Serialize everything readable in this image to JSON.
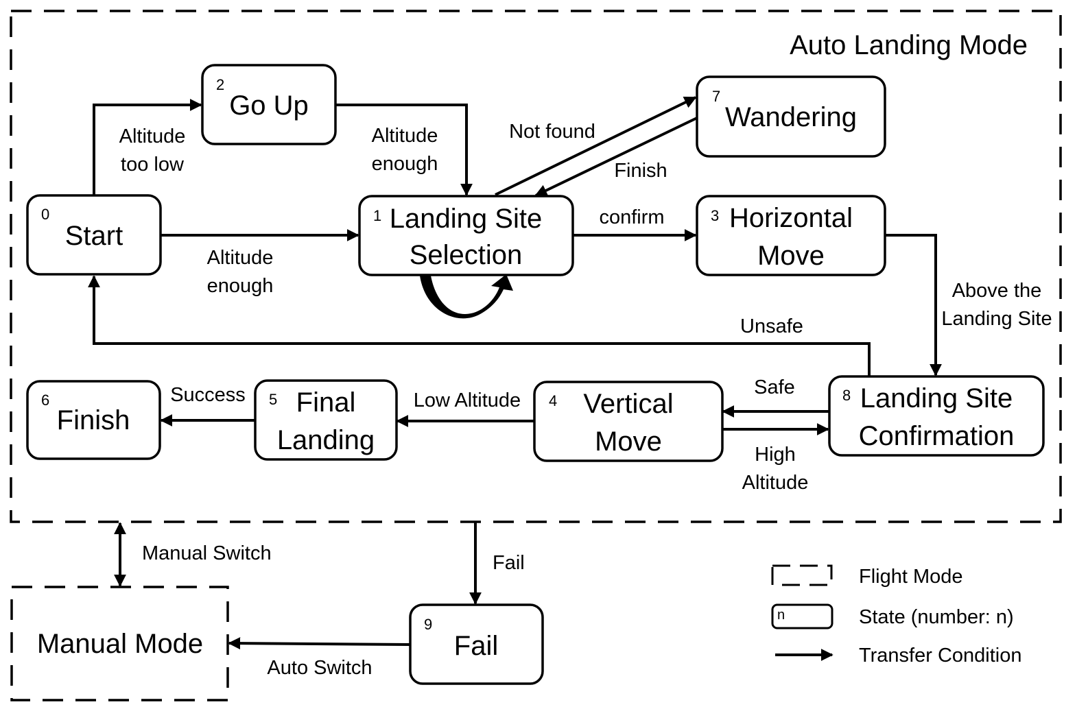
{
  "auto_mode": {
    "title": "Auto Landing Mode"
  },
  "manual_mode": {
    "title": "Manual Mode"
  },
  "states": {
    "start": {
      "num": "0",
      "name": "Start"
    },
    "site_selection": {
      "num": "1",
      "line1": "Landing Site",
      "line2": "Selection"
    },
    "go_up": {
      "num": "2",
      "name": "Go Up"
    },
    "horizontal": {
      "num": "3",
      "line1": "Horizontal",
      "line2": "Move"
    },
    "vertical": {
      "num": "4",
      "line1": "Vertical",
      "line2": "Move"
    },
    "final": {
      "num": "5",
      "line1": "Final",
      "line2": "Landing"
    },
    "finish": {
      "num": "6",
      "name": "Finish"
    },
    "wandering": {
      "num": "7",
      "name": "Wandering"
    },
    "confirmation": {
      "num": "8",
      "line1": "Landing Site",
      "line2": "Confirmation"
    },
    "fail": {
      "num": "9",
      "name": "Fail"
    }
  },
  "transitions": {
    "altitude_too_low": {
      "line1": "Altitude",
      "line2": "too low"
    },
    "altitude_enough_goup": {
      "line1": "Altitude",
      "line2": "enough"
    },
    "altitude_enough_start": {
      "line1": "Altitude",
      "line2": "enough"
    },
    "not_found": "Not found",
    "finish": "Finish",
    "confirm": "confirm",
    "above_site": {
      "line1": "Above the",
      "line2": "Landing Site"
    },
    "unsafe": "Unsafe",
    "safe": "Safe",
    "high_altitude": {
      "line1": "High",
      "line2": "Altitude"
    },
    "low_altitude": "Low Altitude",
    "success": "Success",
    "manual_switch": "Manual Switch",
    "fail": "Fail",
    "auto_switch": "Auto Switch"
  },
  "legend": {
    "flight_mode": "Flight Mode",
    "state": "State (number: n)",
    "state_sample_num": "n",
    "transfer": "Transfer Condition"
  }
}
